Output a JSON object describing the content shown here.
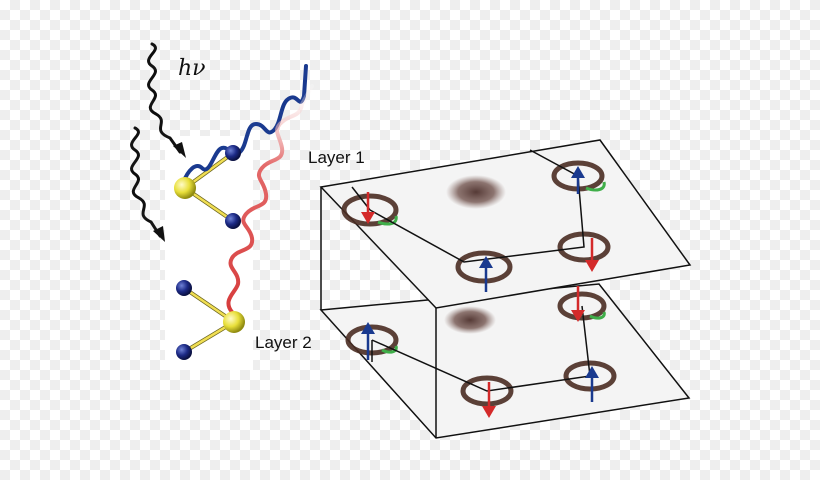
{
  "labels": {
    "photon": "hν",
    "layer1": "Layer 1",
    "layer2": "Layer 2"
  },
  "colors": {
    "spin_up": "#1a3a8f",
    "spin_down": "#d42a2a",
    "photon_wave": "#111111",
    "electron_wave_layer1": "#1a3a8f",
    "electron_wave_layer2": "#d63b3b",
    "atom_metal": "#e8df3a",
    "atom_chalcogen": "#1c2a86",
    "bond": "#e6d34a",
    "plane_fill": "#f4f4f4",
    "plane_edge": "#111111",
    "valley_ring": "#4a2c22",
    "center_pocket": "#5a3f3a",
    "hot_spot": "#3fae49"
  },
  "layers": [
    {
      "name": "Layer 1",
      "valley_spins": [
        "down",
        "up",
        "up",
        "down"
      ]
    },
    {
      "name": "Layer 2",
      "valley_spins": [
        "up",
        "down",
        "down",
        "up"
      ]
    }
  ]
}
